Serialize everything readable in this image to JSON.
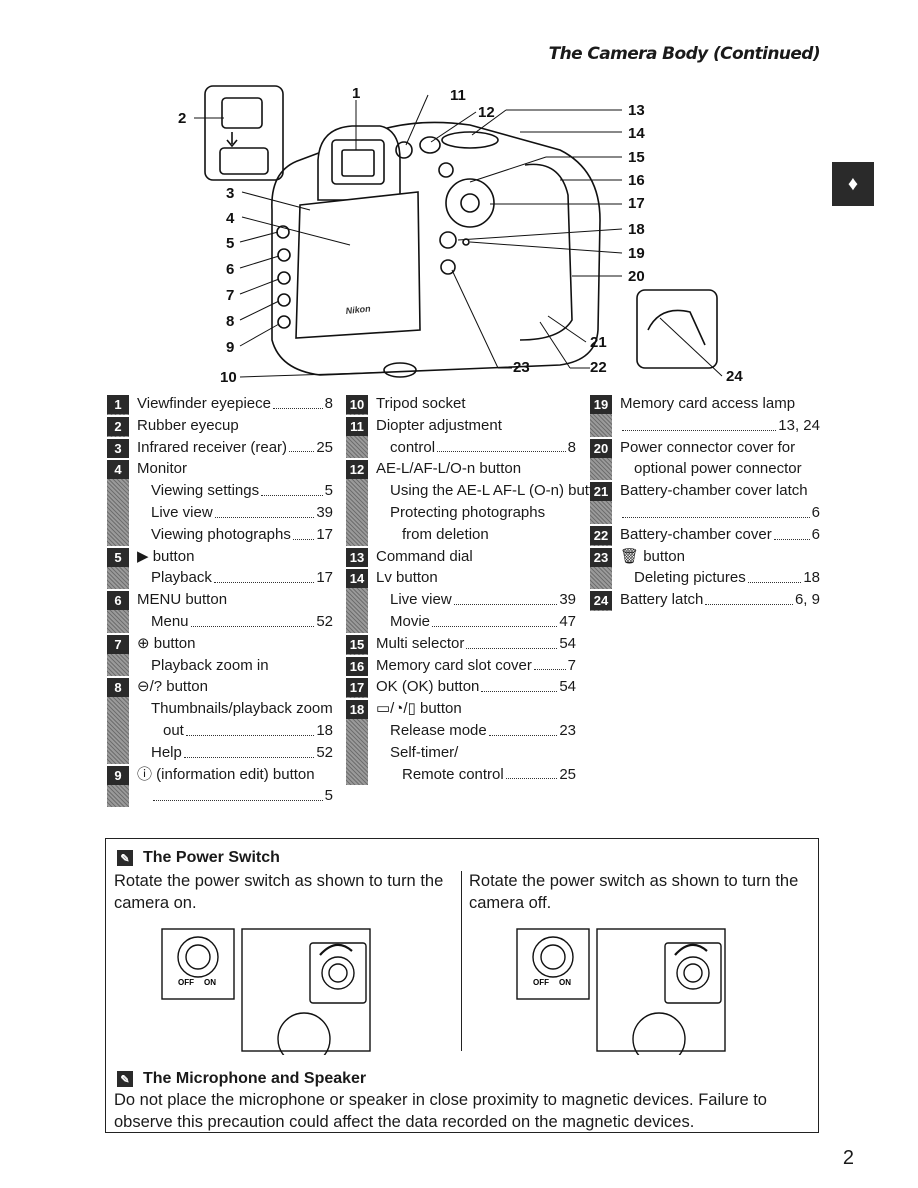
{
  "header": {
    "title": "The Camera Body (Continued)"
  },
  "page_number": "2",
  "side_tab_icon": "camera-icon",
  "diagram": {
    "callouts": [
      "1",
      "2",
      "3",
      "4",
      "5",
      "6",
      "7",
      "8",
      "9",
      "10",
      "11",
      "12",
      "13",
      "14",
      "15",
      "16",
      "17",
      "18",
      "19",
      "20",
      "21",
      "22",
      "23",
      "24"
    ],
    "brand_text": "Nikon"
  },
  "legend": {
    "col1": [
      {
        "n": "1",
        "lines": [
          {
            "t": "Viewfinder eyepiece",
            "p": "8",
            "ind": 0
          }
        ]
      },
      {
        "n": "2",
        "lines": [
          {
            "t": "Rubber eyecup",
            "p": "",
            "ind": 0
          }
        ]
      },
      {
        "n": "3",
        "lines": [
          {
            "t": "Infrared receiver (rear)",
            "p": "25",
            "ind": 0
          }
        ]
      },
      {
        "n": "4",
        "lines": [
          {
            "t": "Monitor",
            "p": "",
            "ind": 0
          },
          {
            "t": "Viewing settings",
            "p": "5",
            "ind": 1
          },
          {
            "t": "Live view",
            "p": "39",
            "ind": 1
          },
          {
            "t": "Viewing photographs",
            "p": "17",
            "ind": 1
          }
        ]
      },
      {
        "n": "5",
        "lines": [
          {
            "t": "▶ button",
            "p": "",
            "ind": 0
          },
          {
            "t": "Playback",
            "p": "17",
            "ind": 1
          }
        ]
      },
      {
        "n": "6",
        "lines": [
          {
            "t": "MENU button",
            "p": "",
            "ind": 0
          },
          {
            "t": "Menu",
            "p": "52",
            "ind": 1
          }
        ]
      },
      {
        "n": "7",
        "lines": [
          {
            "t": "⊕ button",
            "p": "",
            "ind": 0
          },
          {
            "t": "Playback zoom in",
            "p": "",
            "ind": 1
          }
        ]
      },
      {
        "n": "8",
        "lines": [
          {
            "t": "⊖/? button",
            "p": "",
            "ind": 0
          },
          {
            "t": "Thumbnails/playback zoom",
            "p": "",
            "ind": 1
          },
          {
            "t": "out",
            "p": "18",
            "ind": 2
          },
          {
            "t": "Help",
            "p": "52",
            "ind": 1
          }
        ]
      },
      {
        "n": "9",
        "lines": [
          {
            "t": "ⓘ (information edit) button",
            "p": "",
            "ind": 0
          },
          {
            "t": "",
            "p": "5",
            "ind": 1
          }
        ]
      }
    ],
    "col2": [
      {
        "n": "10",
        "lines": [
          {
            "t": "Tripod socket",
            "p": "",
            "ind": 0
          }
        ]
      },
      {
        "n": "11",
        "lines": [
          {
            "t": "Diopter adjustment",
            "p": "",
            "ind": 0
          },
          {
            "t": "control",
            "p": "8",
            "ind": 1
          }
        ]
      },
      {
        "n": "12",
        "lines": [
          {
            "t": "AE-L/AF-L/O-n button",
            "p": "",
            "ind": 0
          },
          {
            "t": "Using the AE-L AF-L (O-n) button",
            "p": "",
            "ind": 1
          },
          {
            "t": "Protecting photographs",
            "p": "",
            "ind": 1
          },
          {
            "t": "from deletion",
            "p": "",
            "ind": 2
          }
        ]
      },
      {
        "n": "13",
        "lines": [
          {
            "t": "Command dial",
            "p": "",
            "ind": 0
          }
        ]
      },
      {
        "n": "14",
        "lines": [
          {
            "t": "Lv button",
            "p": "",
            "ind": 0
          },
          {
            "t": "Live view",
            "p": "39",
            "ind": 1
          },
          {
            "t": "Movie",
            "p": "47",
            "ind": 1
          }
        ]
      },
      {
        "n": "15",
        "lines": [
          {
            "t": "Multi selector",
            "p": "54",
            "ind": 0
          }
        ]
      },
      {
        "n": "16",
        "lines": [
          {
            "t": "Memory card slot cover",
            "p": "7",
            "ind": 0
          }
        ]
      },
      {
        "n": "17",
        "lines": [
          {
            "t": "OK (OK) button",
            "p": "54",
            "ind": 0
          }
        ]
      },
      {
        "n": "18",
        "lines": [
          {
            "t": "▭/◔/▯ button",
            "p": "",
            "ind": 0
          },
          {
            "t": "Release mode",
            "p": "23",
            "ind": 1
          },
          {
            "t": "Self-timer/",
            "p": "",
            "ind": 1
          },
          {
            "t": "Remote control",
            "p": "25",
            "ind": 2
          }
        ]
      }
    ],
    "col3": [
      {
        "n": "19",
        "lines": [
          {
            "t": "Memory card access lamp",
            "p": "",
            "ind": 0
          },
          {
            "t": "",
            "p": "13, 24",
            "ind": 0
          }
        ]
      },
      {
        "n": "20",
        "lines": [
          {
            "t": "Power connector cover for",
            "p": "",
            "ind": 0
          },
          {
            "t": "optional power connector",
            "p": "",
            "ind": 1
          }
        ]
      },
      {
        "n": "21",
        "lines": [
          {
            "t": "Battery-chamber cover latch",
            "p": "",
            "ind": 0
          },
          {
            "t": "",
            "p": "6",
            "ind": 0
          }
        ]
      },
      {
        "n": "22",
        "lines": [
          {
            "t": "Battery-chamber cover",
            "p": "6",
            "ind": 0
          }
        ]
      },
      {
        "n": "23",
        "lines": [
          {
            "t": "🗑 button",
            "p": "",
            "ind": 0
          },
          {
            "t": "Deleting pictures",
            "p": "18",
            "ind": 1
          }
        ]
      },
      {
        "n": "24",
        "lines": [
          {
            "t": "Battery latch",
            "p": "6, 9",
            "ind": 0
          }
        ]
      }
    ]
  },
  "notes": {
    "power": {
      "title": "The Power Switch",
      "on_text": "Rotate the power switch as shown to turn the camera on.",
      "off_text": "Rotate the power switch as shown to turn the camera off.",
      "switch_labels": {
        "off": "OFF",
        "on": "ON"
      }
    },
    "microphone": {
      "title": "The Microphone and Speaker",
      "text": "Do not place the microphone or speaker in close proximity to magnetic devices. Failure to observe this precaution could affect the data recorded on the magnetic devices."
    }
  }
}
